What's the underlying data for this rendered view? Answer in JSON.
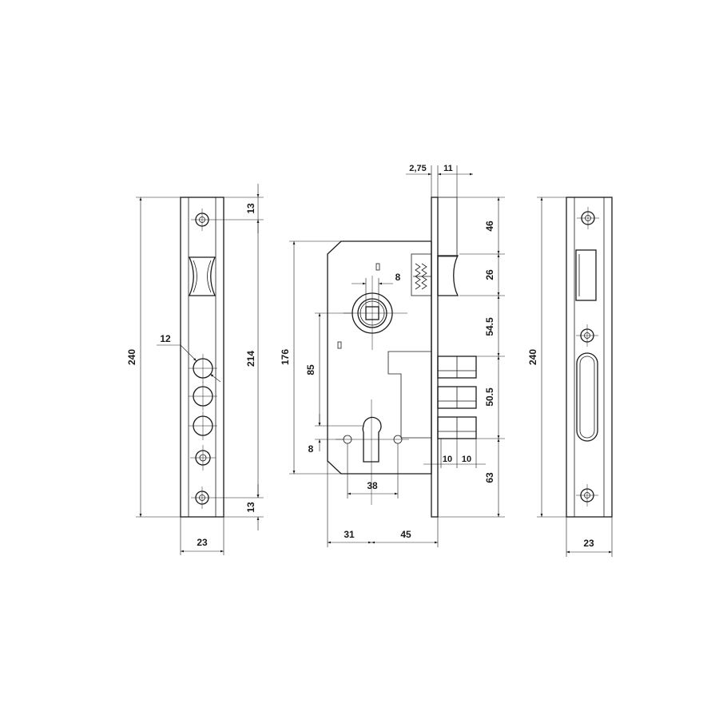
{
  "dimensions": {
    "front_plate_height": "240",
    "front_plate_top_offset": "13",
    "front_plate_hole_span": "214",
    "front_plate_bottom_offset": "13",
    "front_plate_hole_diameter": "12",
    "front_plate_width": "23",
    "body_height": "176",
    "faceplate_thickness": "2,75",
    "faceplate_width": "11",
    "latch_top": "46",
    "latch_height": "26",
    "spindle_width": "8",
    "spindle_to_cylinder": "85",
    "bolts_gap": "54.5",
    "bolts_pitch": "50.5",
    "cylinder_bottom": "63",
    "bolt_width_a": "10",
    "bolt_width_b": "10",
    "cylinder_offset": "8",
    "cylinder_holes": "38",
    "backset_left": "31",
    "backset": "45",
    "strike_plate_height": "240",
    "strike_plate_width": "23"
  }
}
